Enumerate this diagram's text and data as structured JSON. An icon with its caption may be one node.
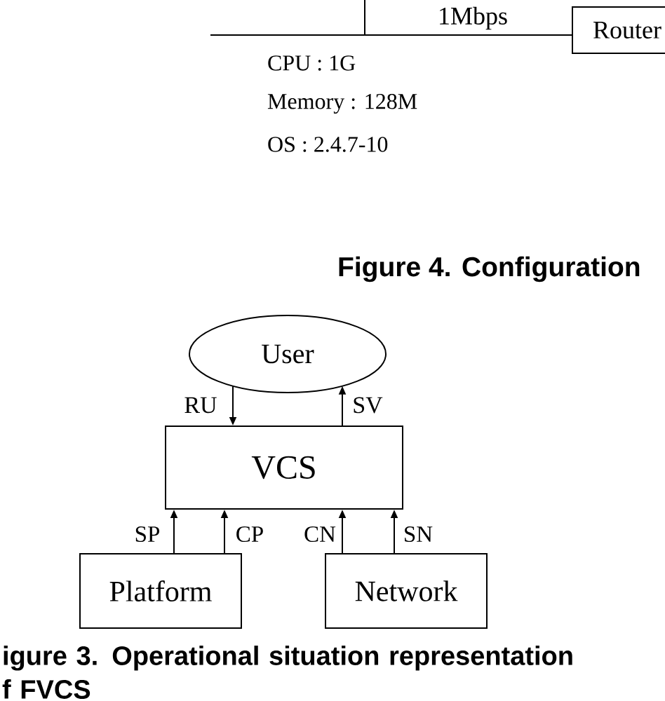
{
  "diagram": {
    "caption": "igure 3. Operational situation representation f FVCS",
    "nodes": [
      {
        "text": [
          "Router"
        ]
      },
      {
        "text": [
          "User"
        ]
      },
      {
        "text": [
          "VCS"
        ]
      },
      {
        "text": [
          "Platform"
        ]
      },
      {
        "text": [
          "Network"
        ]
      }
    ],
    "edges": [
      {
        "from": null,
        "to": 0,
        "arrow": "none",
        "label": "1Mbps"
      },
      {
        "from": 1,
        "to": 2,
        "arrow": "to",
        "label": "RU"
      },
      {
        "from": 2,
        "to": 1,
        "arrow": "to",
        "label": "SV"
      },
      {
        "from": 3,
        "to": 2,
        "arrow": "to",
        "label": "SP"
      },
      {
        "from": 3,
        "to": 2,
        "arrow": "to",
        "label": "CP"
      },
      {
        "from": 4,
        "to": 2,
        "arrow": "to",
        "label": "CN"
      },
      {
        "from": 4,
        "to": 2,
        "arrow": "to",
        "label": "SN"
      }
    ],
    "labels": [
      "CPU : 1G",
      "Memory : 128M",
      "OS : 2.4.7-10",
      "Figure 4. Configuration"
    ]
  }
}
